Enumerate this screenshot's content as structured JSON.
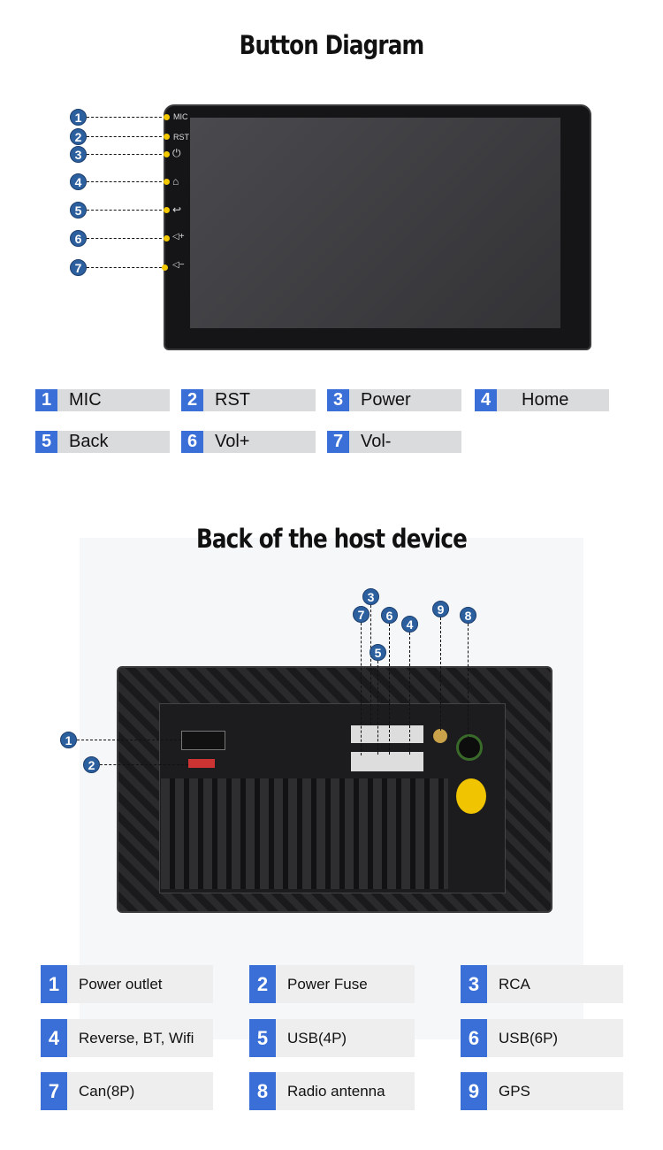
{
  "button_diagram": {
    "title": "Button Diagram",
    "side_labels": {
      "mic": "MIC",
      "rst": "RST"
    },
    "callouts": [
      "1",
      "2",
      "3",
      "4",
      "5",
      "6",
      "7"
    ],
    "legend": [
      {
        "num": "1",
        "label": "MIC"
      },
      {
        "num": "2",
        "label": "RST"
      },
      {
        "num": "3",
        "label": "Power"
      },
      {
        "num": "4",
        "label": "Home"
      },
      {
        "num": "5",
        "label": "Back"
      },
      {
        "num": "6",
        "label": "Vol+"
      },
      {
        "num": "7",
        "label": "Vol-"
      }
    ]
  },
  "back_device": {
    "title": "Back of the host device",
    "callouts": [
      "1",
      "2",
      "3",
      "4",
      "5",
      "6",
      "7",
      "8",
      "9"
    ],
    "legend": [
      {
        "num": "1",
        "label": "Power outlet"
      },
      {
        "num": "2",
        "label": "Power Fuse"
      },
      {
        "num": "3",
        "label": "RCA"
      },
      {
        "num": "4",
        "label": "Reverse, BT, Wifi"
      },
      {
        "num": "5",
        "label": "USB(4P)"
      },
      {
        "num": "6",
        "label": "USB(6P)"
      },
      {
        "num": "7",
        "label": "Can(8P)"
      },
      {
        "num": "8",
        "label": "Radio antenna"
      },
      {
        "num": "9",
        "label": "GPS"
      }
    ]
  },
  "colors": {
    "accent": "#3a6fd8",
    "callout": "#2c5f9e",
    "dot": "#f2c800"
  }
}
